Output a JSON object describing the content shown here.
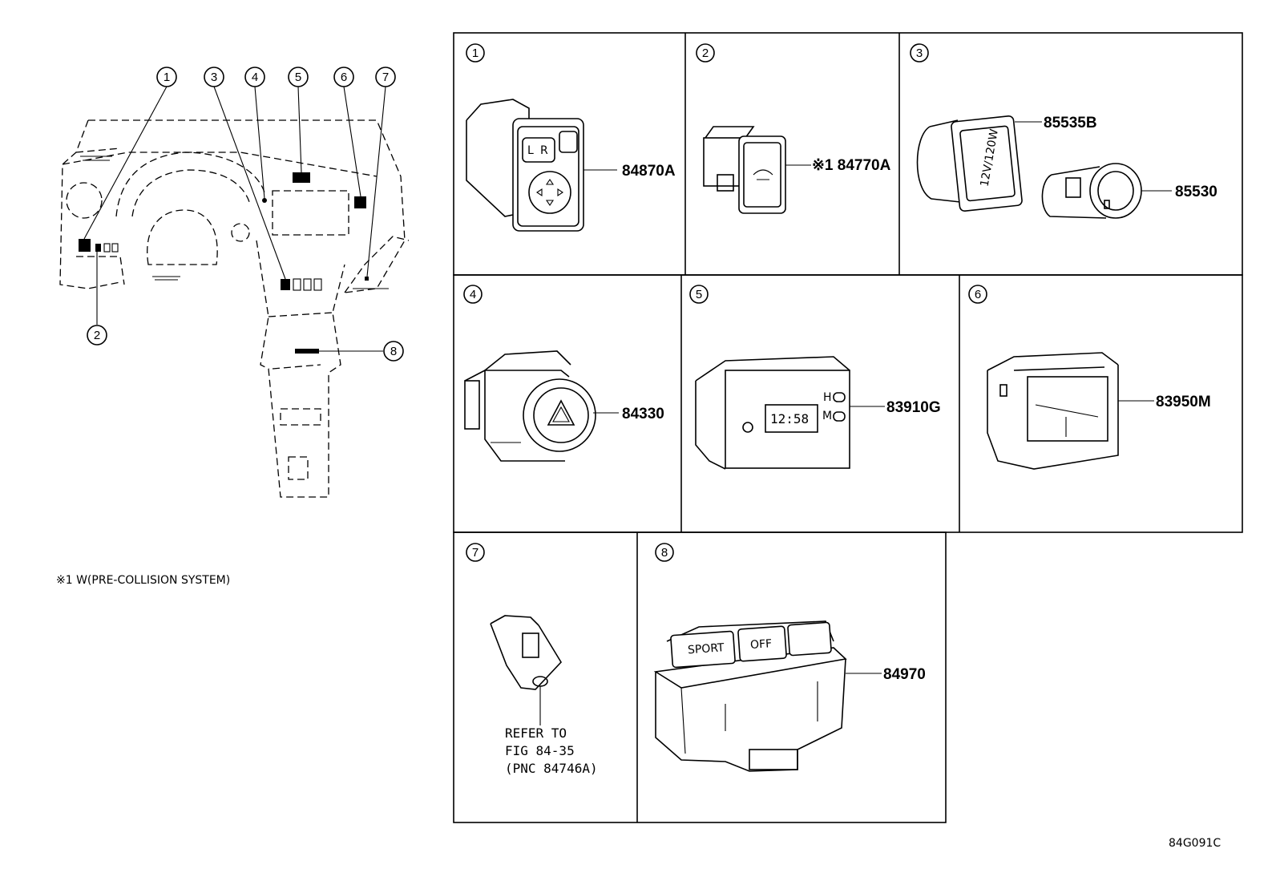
{
  "note": "※1 W(PRE-COLLISION SYSTEM)",
  "figure_code": "84G091C",
  "callouts": [
    "1",
    "2",
    "3",
    "4",
    "5",
    "6",
    "7",
    "8"
  ],
  "panels": [
    {
      "index": "1",
      "parts": [
        "84870A"
      ]
    },
    {
      "index": "2",
      "parts": [
        "※1 84770A"
      ]
    },
    {
      "index": "3",
      "parts": [
        "85535B",
        "85530"
      ],
      "label_text": "12V/120W"
    },
    {
      "index": "4",
      "parts": [
        "84330"
      ]
    },
    {
      "index": "5",
      "parts": [
        "83910G"
      ],
      "clock": "12:58",
      "buttons": [
        "H",
        "M"
      ]
    },
    {
      "index": "6",
      "parts": [
        "83950M"
      ]
    },
    {
      "index": "7",
      "parts": [],
      "refer": [
        "REFER TO",
        "FIG 84-35",
        "(PNC 84746A)"
      ]
    },
    {
      "index": "8",
      "parts": [
        "84970"
      ],
      "button_text": [
        "SPORT",
        "OFF"
      ]
    }
  ]
}
